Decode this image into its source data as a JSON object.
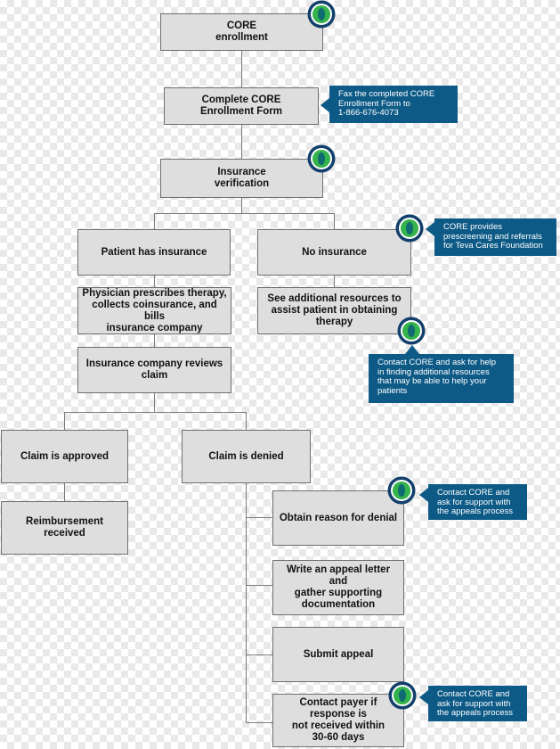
{
  "steps": {
    "core_enrollment": "CORE\nenrollment",
    "complete_form": "Complete CORE\nEnrollment Form",
    "insurance_verification": "Insurance\nverification",
    "patient_has_insurance": "Patient has insurance",
    "no_insurance": "No insurance",
    "physician_prescribes": "Physician prescribes therapy,\ncollects coinsurance, and bills\ninsurance company",
    "see_resources": "See additional resources to\nassist patient in obtaining\ntherapy",
    "company_reviews": "Insurance company reviews\nclaim",
    "claim_approved": "Claim is approved",
    "claim_denied": "Claim is denied",
    "reimbursement": "Reimbursement received",
    "obtain_reason": "Obtain reason for denial",
    "write_appeal": "Write an appeal letter and\ngather supporting\ndocumentation",
    "submit_appeal": "Submit appeal",
    "contact_payer": "Contact payer if\nresponse is\nnot received within\n30-60 days"
  },
  "callouts": {
    "fax": "Fax the completed CORE\nEnrollment Form to\n1-866-676-4073",
    "prescreening": "CORE provides\nprescreening and referrals\nfor Teva Cares Foundation",
    "resources": "Contact CORE and ask for help\nin finding additional resources\nthat may be able to help your\npatients",
    "appeals_1": "Contact CORE and\nask for support with\nthe appeals process",
    "appeals_2": "Contact CORE and\nask for support with\nthe appeals process"
  },
  "colors": {
    "callout": "#0d5a86",
    "box": "#dedede",
    "icon_ring": "#123f6b",
    "icon_green": "#34b34a"
  },
  "icon_names": [
    "core-eye-icon"
  ]
}
